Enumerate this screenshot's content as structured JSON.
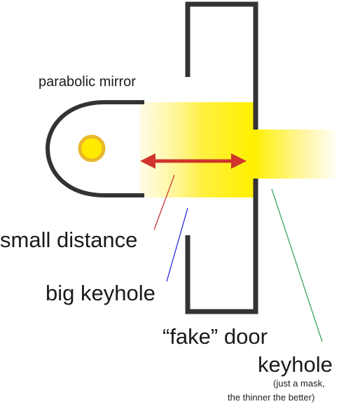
{
  "labels": {
    "parabolic_mirror": "parabolic mirror",
    "small_distance": "small distance",
    "big_keyhole": "big keyhole",
    "fake_door": "“fake” door",
    "keyhole": "keyhole",
    "note_line1": "(just a mask,",
    "note_line2": "the thinner the better)"
  },
  "colors": {
    "outline": "#333333",
    "light": "#fff200",
    "lamp_outer": "#e8b82a",
    "lamp_inner": "#ffea00",
    "arrow": "#d0342c",
    "pointer_small_distance": "#c62828",
    "pointer_big_keyhole": "#1a1ad6",
    "pointer_keyhole": "#2e9e57"
  }
}
